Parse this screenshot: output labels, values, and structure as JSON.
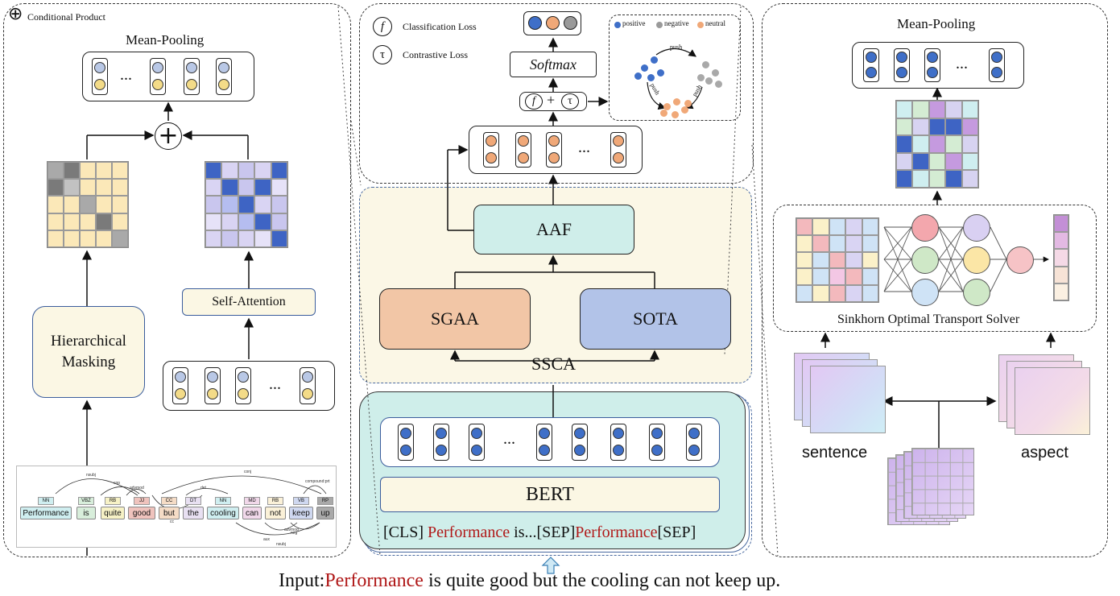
{
  "left": {
    "legend_symbol": "⊕",
    "legend_label": "Conditional Product",
    "mean_pooling": "Mean-Pooling",
    "ellipsis": "...",
    "hierarchical_masking": "Hierarchical Masking",
    "self_attention": "Self-Attention",
    "dependency": {
      "tokens": [
        "Performance",
        "is",
        "quite",
        "good",
        "but",
        "the",
        "cooling",
        "can",
        "not",
        "keep",
        "up"
      ],
      "pos": [
        "NN",
        "VBZ",
        "RB",
        "JJ",
        "CC",
        "DT",
        "NN",
        "MD",
        "RB",
        "VB",
        "RP"
      ],
      "token_colors": [
        "#cfeef0",
        "#d8eedb",
        "#f7f2c6",
        "#efc3bd",
        "#f5dcc6",
        "#e8e0f2",
        "#cfeef0",
        "#f1d8ea",
        "#fbf1d8",
        "#cfd8f0",
        "#a9a9a9"
      ],
      "arc_labels": [
        "nsubj",
        "cop",
        "advmod",
        "cc",
        "det",
        "conj",
        "aux",
        "neg",
        "nsubj",
        "advmod",
        "compound:prt"
      ]
    }
  },
  "middle": {
    "f_symbol": "f",
    "tau_symbol": "τ",
    "classification_loss": "Classification Loss",
    "contrastive_loss": "Contrastive Loss",
    "softmax": "Softmax",
    "loss_combo": "(f)+(τ)",
    "plus": "+",
    "legend": {
      "positive": "positive",
      "negative": "negative",
      "neutral": "neutral"
    },
    "push": "push",
    "ellipsis": "...",
    "aaf": "AAF",
    "sgaa": "SGAA",
    "sota": "SOTA",
    "ssca": "SSCA",
    "bert": "BERT",
    "input_seq": {
      "cls": "[CLS] ",
      "word1": "Performance",
      "middle": " is...[SEP]",
      "word2": "Performance",
      "end": "[SEP]"
    },
    "colors": {
      "positive": "#3f6fc8",
      "negative": "#9a9a9a",
      "neutral": "#f0a878"
    }
  },
  "right": {
    "mean_pooling": "Mean-Pooling",
    "ellipsis": "...",
    "solver": "Sinkhorn Optimal Transport Solver",
    "sentence": "sentence",
    "aspect": "aspect"
  },
  "bottom": {
    "prefix": "Input:",
    "highlight": "Performance",
    "rest": " is quite good but the cooling can not keep up."
  }
}
